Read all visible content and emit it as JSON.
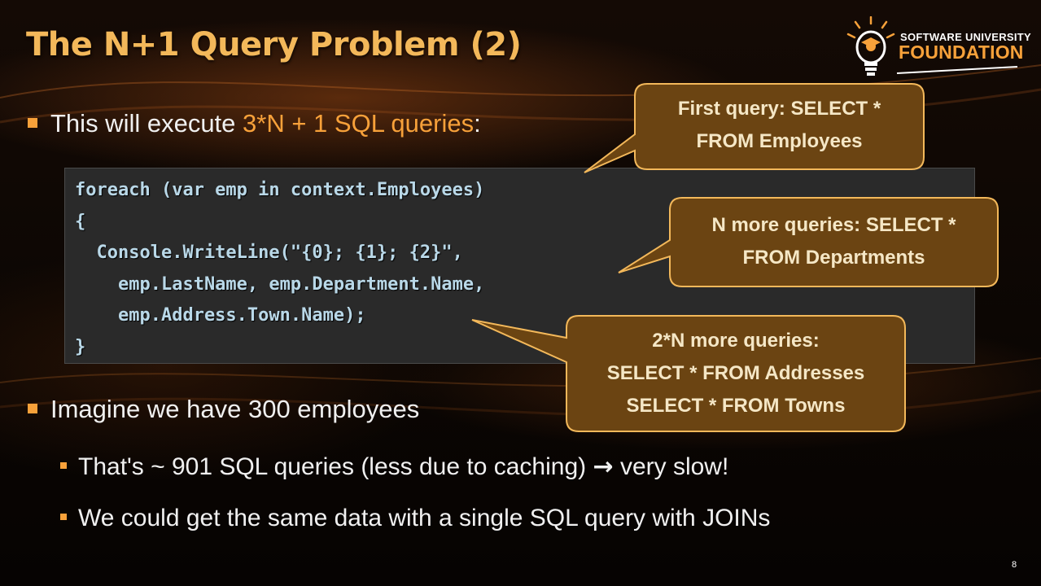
{
  "slide": {
    "title": "The N+1 Query Problem (2)",
    "page_number": "8",
    "colors": {
      "title": "#f3b85a",
      "accent": "#f7a13a",
      "callout_fill": "#6b4412",
      "callout_border": "#f3b85a",
      "code_bg": "#2a2a2a"
    }
  },
  "logo": {
    "line1": "SOFTWARE UNIVERSITY",
    "line2": "FOUNDATION",
    "icon": "lightbulb-graduate-icon"
  },
  "bullets": [
    {
      "before": "This will execute ",
      "highlight": "3*N + 1 SQL queries",
      "after": ":"
    },
    {
      "text": "Imagine we have 300 employees"
    }
  ],
  "sub_bullets": [
    {
      "before": "That's ~ 901 SQL queries (less due to caching) ",
      "arrow": "→",
      "after": " very slow!"
    },
    {
      "text": "We could get the same data with a single SQL query with JOINs"
    }
  ],
  "code": [
    "foreach (var emp in context.Employees)",
    "{",
    "  Console.WriteLine(\"{0}; {1}; {2}\",",
    "    emp.LastName, emp.Department.Name,",
    "    emp.Address.Town.Name);",
    "}"
  ],
  "callouts": [
    {
      "lines": [
        "First query: SELECT *",
        "FROM Employees"
      ]
    },
    {
      "lines": [
        "N more queries: SELECT *",
        "FROM Departments"
      ]
    },
    {
      "lines": [
        "2*N more queries:",
        "SELECT * FROM Addresses",
        "SELECT * FROM Towns"
      ]
    }
  ]
}
